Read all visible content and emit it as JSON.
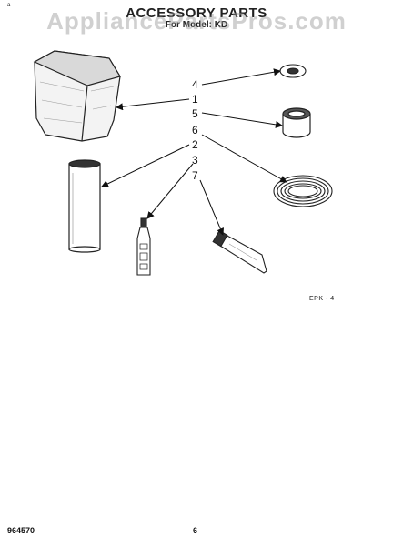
{
  "header": {
    "title": "ACCESSORY PARTS",
    "subtitle": "For Model: KD"
  },
  "watermark": "AppliancePartsPros.com",
  "callouts": [
    "4",
    "1",
    "5",
    "6",
    "2",
    "3",
    "7"
  ],
  "figure_code": "EPK - 4",
  "footer": {
    "part_number": "964570",
    "page_number": "6"
  },
  "corner_mark": "a"
}
